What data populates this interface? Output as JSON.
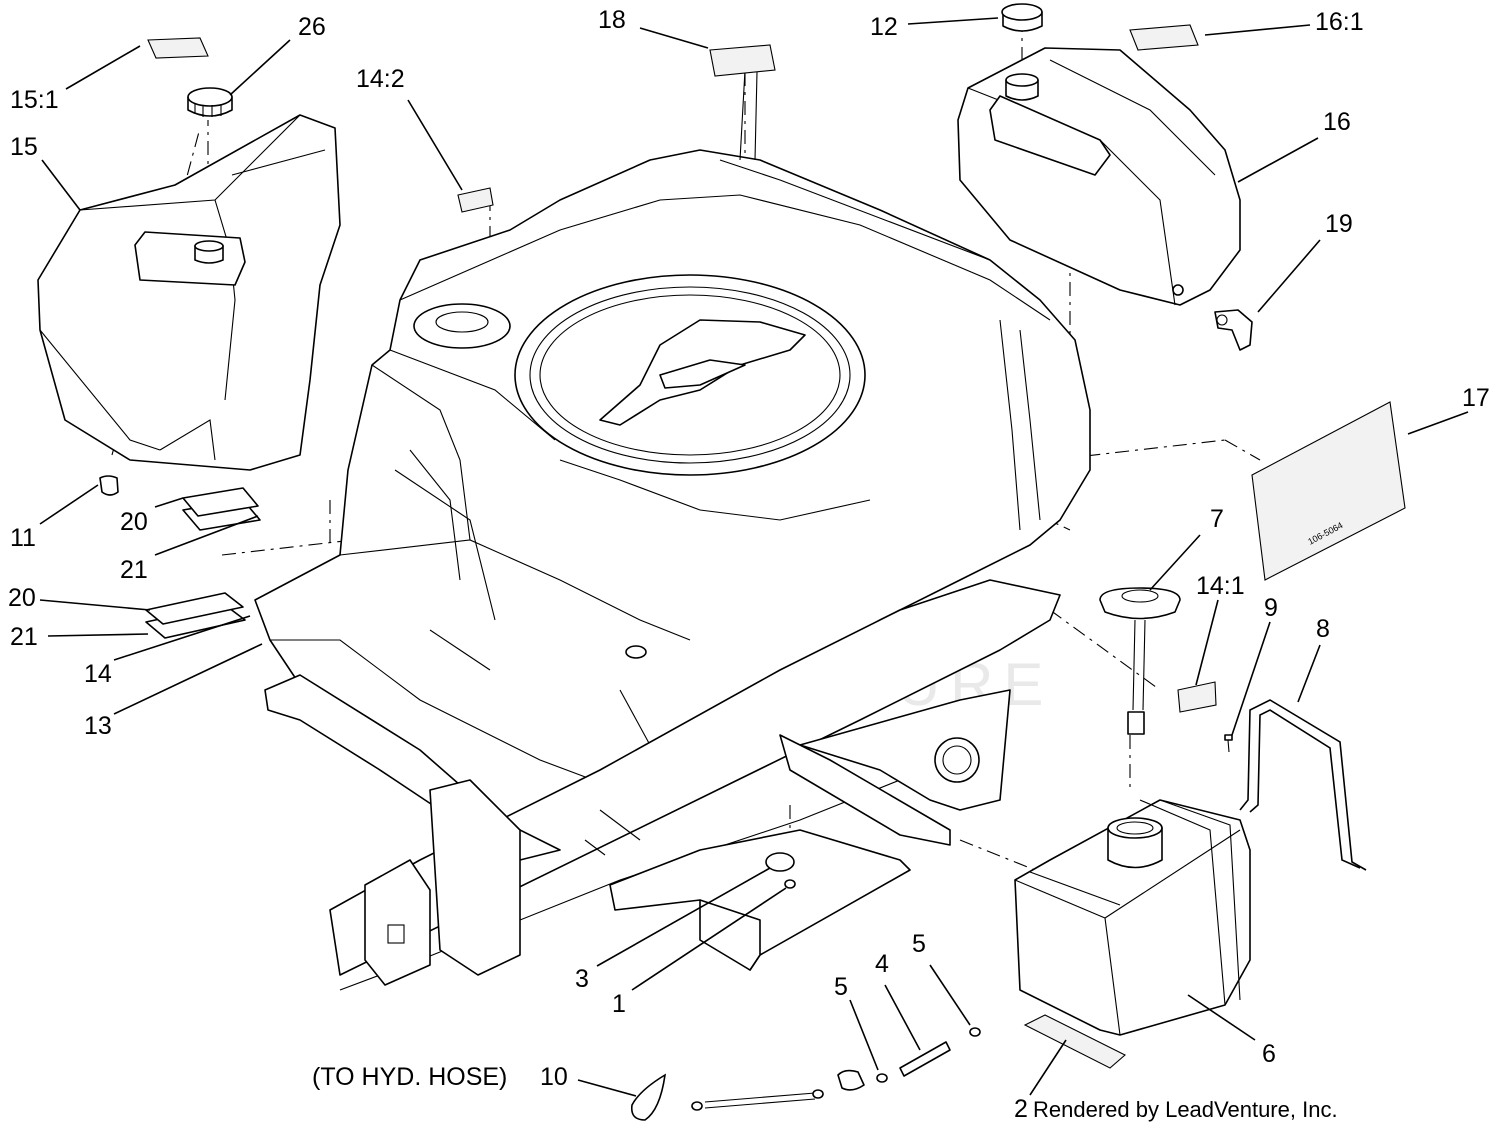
{
  "watermark": "LEADVENTURE",
  "credit": "Rendered by LeadVenture, Inc.",
  "annotation": "(TO HYD. HOSE)",
  "decal_code": "106-5064",
  "callouts": [
    {
      "id": "15-1",
      "text": "15:1"
    },
    {
      "id": "26",
      "text": "26"
    },
    {
      "id": "15",
      "text": "15"
    },
    {
      "id": "14-2",
      "text": "14:2"
    },
    {
      "id": "18",
      "text": "18"
    },
    {
      "id": "12",
      "text": "12"
    },
    {
      "id": "16-1",
      "text": "16:1"
    },
    {
      "id": "16",
      "text": "16"
    },
    {
      "id": "19",
      "text": "19"
    },
    {
      "id": "17",
      "text": "17"
    },
    {
      "id": "11",
      "text": "11"
    },
    {
      "id": "20a",
      "text": "20"
    },
    {
      "id": "21a",
      "text": "21"
    },
    {
      "id": "20b",
      "text": "20"
    },
    {
      "id": "21b",
      "text": "21"
    },
    {
      "id": "14",
      "text": "14"
    },
    {
      "id": "13",
      "text": "13"
    },
    {
      "id": "7",
      "text": "7"
    },
    {
      "id": "14-1",
      "text": "14:1"
    },
    {
      "id": "9",
      "text": "9"
    },
    {
      "id": "8",
      "text": "8"
    },
    {
      "id": "3",
      "text": "3"
    },
    {
      "id": "1",
      "text": "1"
    },
    {
      "id": "5a",
      "text": "5"
    },
    {
      "id": "4",
      "text": "4"
    },
    {
      "id": "5b",
      "text": "5"
    },
    {
      "id": "6",
      "text": "6"
    },
    {
      "id": "10",
      "text": "10"
    },
    {
      "id": "2",
      "text": "2"
    }
  ]
}
